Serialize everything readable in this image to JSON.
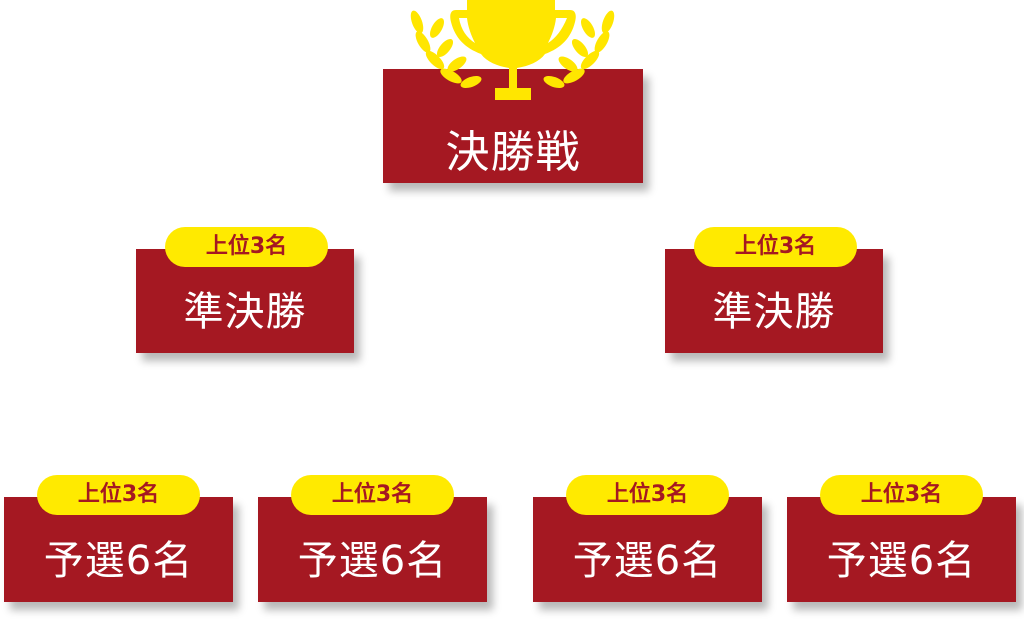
{
  "final": {
    "label": "決勝戦",
    "icon": "trophy-with-laurel-icon"
  },
  "colors": {
    "box": "#a51822",
    "badge": "#ffea00",
    "text": "#ffffff",
    "badge_text": "#a51822"
  },
  "semifinals": [
    {
      "badge": "上位3名",
      "label": "準決勝"
    },
    {
      "badge": "上位3名",
      "label": "準決勝"
    }
  ],
  "preliminaries": [
    {
      "badge": "上位3名",
      "label": "予選6名"
    },
    {
      "badge": "上位3名",
      "label": "予選6名"
    },
    {
      "badge": "上位3名",
      "label": "予選6名"
    },
    {
      "badge": "上位3名",
      "label": "予選6名"
    }
  ]
}
